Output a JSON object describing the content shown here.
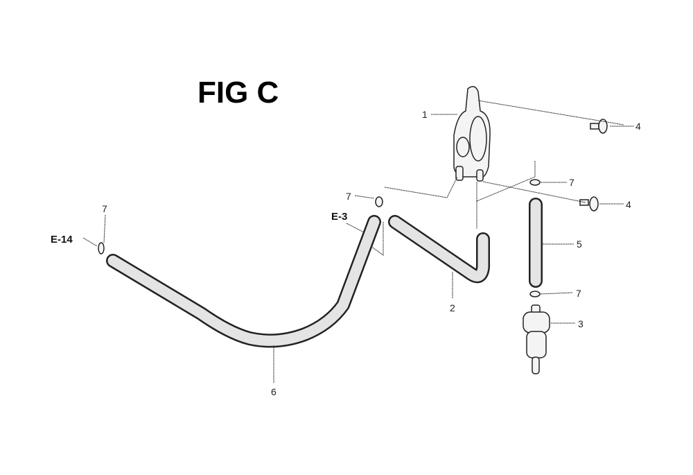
{
  "title": "FIG C",
  "callouts": {
    "pump": "1",
    "hose_pump_out": "2",
    "fuel_filter": "3",
    "bolt_upper": "4",
    "bolt_lower": "4",
    "hose_short": "5",
    "hose_long": "6",
    "clip_left": "7",
    "clip_mid": "7",
    "clip_upper_right": "7",
    "clip_lower_right": "7"
  },
  "references": {
    "left": "E-14",
    "mid": "E-3"
  }
}
